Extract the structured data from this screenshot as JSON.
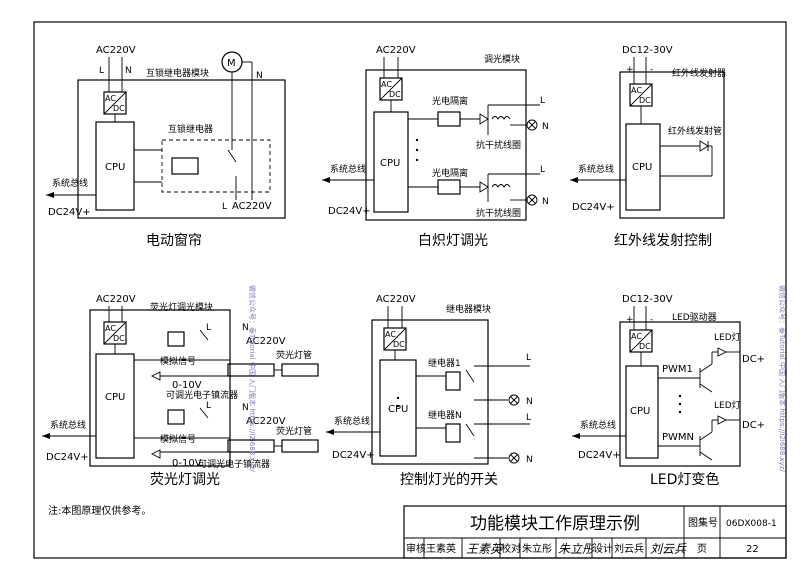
{
  "panels": {
    "curtain": {
      "caption": "电动窗帘",
      "supply": "AC220V",
      "l": "L",
      "n": "N",
      "module": "互锁继电器模块",
      "ac": "AC",
      "dc": "DC",
      "motor": "M",
      "cpu": "CPU",
      "relay": "互锁继电器",
      "bus": "系统总线",
      "dc24": "DC24V+",
      "supply2": "AC220V",
      "l2": "L"
    },
    "dimmer": {
      "caption": "白炽灯调光",
      "supply": "AC220V",
      "module": "调光模块",
      "ac": "AC",
      "dc": "DC",
      "cpu": "CPU",
      "opto1": "光电隔离",
      "opto2": "光电隔离",
      "filter1": "抗干扰线圈",
      "filter2": "抗干扰线圈",
      "bus": "系统总线",
      "dc24": "DC24V+",
      "l": "L",
      "n": "N",
      "l2": "L",
      "n2": "N"
    },
    "infrared": {
      "caption": "红外线发射控制",
      "supply": "DC12-30V",
      "plus": "+",
      "minus": "-",
      "module": "红外线发射器",
      "ac": "AC",
      "dc": "DC",
      "tube": "红外线发射管",
      "cpu": "CPU",
      "bus": "系统总线",
      "dc24": "DC24V+"
    },
    "fluorescent": {
      "caption": "荧光灯调光",
      "supply": "AC220V",
      "module": "荧光灯调光模块",
      "ac": "AC",
      "dc": "DC",
      "cpu": "CPU",
      "analog1": "模拟信号",
      "range1": "0-10V",
      "analog2": "模拟信号",
      "range2": "0-10V",
      "ballast1": "可调光电子镇流器",
      "ballast2": "可调光电子镇流器",
      "lamp1": "荧光灯管",
      "lamp2": "荧光灯管",
      "ac220": "AC220V",
      "ac220b": "AC220V",
      "n": "N",
      "n2": "N",
      "l": "L",
      "l2": "L",
      "bus": "系统总线",
      "dc24": "DC24V+"
    },
    "switching": {
      "caption": "控制灯光的开关",
      "supply": "AC220V",
      "module": "继电器模块",
      "ac": "AC",
      "dc": "DC",
      "cpu": "CPU",
      "relay1": "继电器1",
      "relayn": "继电器N",
      "l": "L",
      "n": "N",
      "l2": "L",
      "n2": "N",
      "bus": "系统总线",
      "dc24": "DC24V+"
    },
    "led": {
      "caption": "LED灯变色",
      "supply": "DC12-30V",
      "plus": "+",
      "minus": "-",
      "module": "LED驱动器",
      "ac": "AC",
      "dc": "DC",
      "cpu": "CPU",
      "pwm1": "PWM1",
      "pwmn": "PWMN",
      "led1": "LED灯",
      "led2": "LED灯",
      "dcp1": "DC+",
      "dcp2": "DC+",
      "bus": "系统总线",
      "dc24": "DC24V+"
    }
  },
  "note": "注:本图原理仅供参考。",
  "title_block": {
    "title": "功能模块工作原理示例",
    "atlas_label": "图集号",
    "atlas_no": "06DX008-1",
    "review_label": "审核",
    "reviewer": "王素英",
    "check_label": "校对",
    "checker": "朱立彤",
    "design_label": "设计",
    "designer": "刘云兵",
    "page_label": "页",
    "page_no": "22"
  },
  "watermark": {
    "left": "微信公众号：泰Tutorial 中国 入门版本 https://i2i688.xyz/",
    "right": "微信公众号：泰Tutorial 中国 入门版本 https://i2i688.xyz/"
  }
}
